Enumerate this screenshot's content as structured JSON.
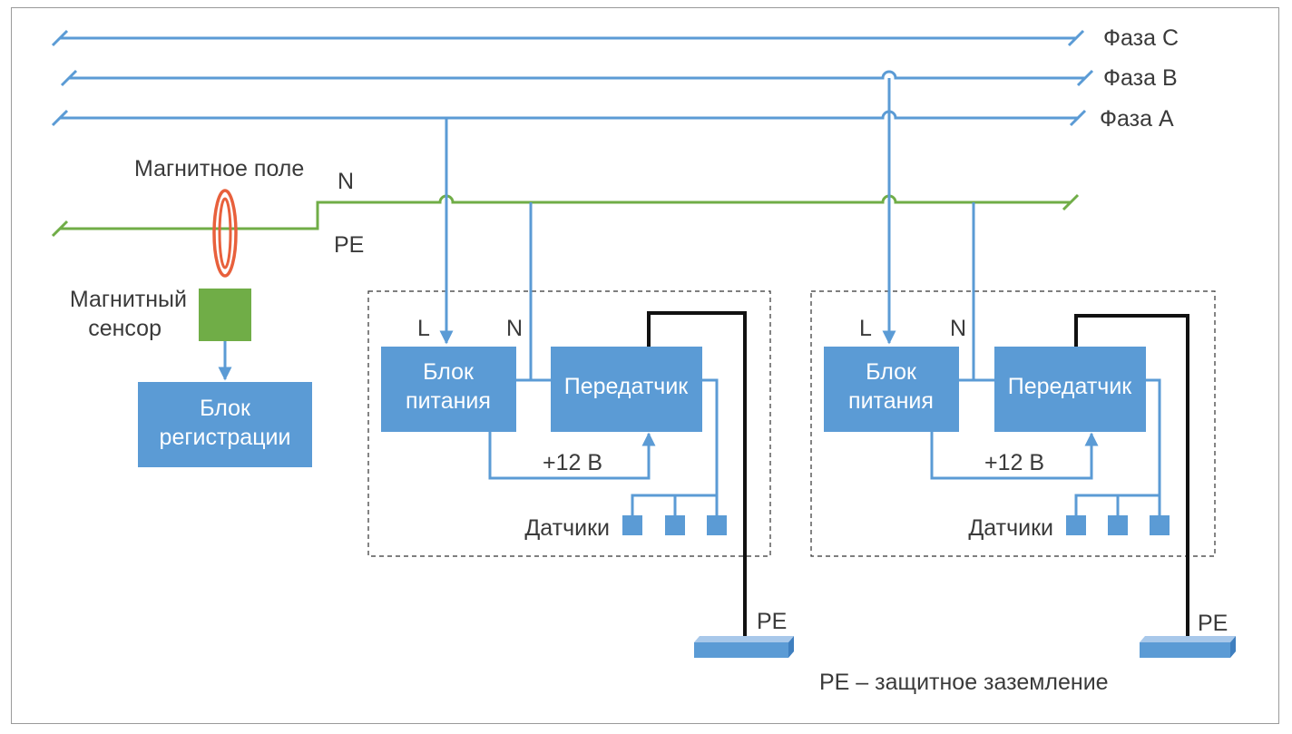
{
  "phases": {
    "phase_c": "Фаза С",
    "phase_b": "Фаза В",
    "phase_a": "Фаза А"
  },
  "neutral_label": "N",
  "pe_label_main": "PE",
  "magnetic_field": "Магнитное поле",
  "magnetic_sensor": [
    "Магнитный",
    "сенсор"
  ],
  "registration_block": [
    "Блок",
    "регистрации"
  ],
  "units": [
    {
      "l_label": "L",
      "n_label": "N",
      "power_block": [
        "Блок",
        "питания"
      ],
      "transmitter": "Передатчик",
      "voltage": "+12 В",
      "sensors": "Датчики",
      "pe": "PE"
    },
    {
      "l_label": "L",
      "n_label": "N",
      "power_block": [
        "Блок",
        "питания"
      ],
      "transmitter": "Передатчик",
      "voltage": "+12 В",
      "sensors": "Датчики",
      "pe": "PE"
    }
  ],
  "legend": "PE – защитное заземление",
  "colors": {
    "wire_blue": "#5b9bd5",
    "wire_green": "#70ad47",
    "block_blue": "#5b9bd5",
    "sensor_green": "#70ad47",
    "coil_red": "#e8603c",
    "ground_black": "#111111"
  }
}
